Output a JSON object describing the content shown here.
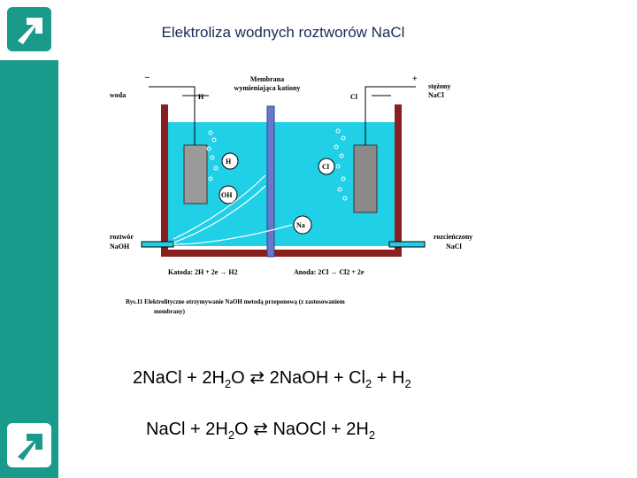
{
  "slide": {
    "title": "Elektroliza wodnych roztworów NaCl"
  },
  "diagram": {
    "membrane": "Membrana",
    "membrane2": "wymieniająca kationy",
    "water": "woda",
    "h2": "H",
    "cl2": "Cl",
    "brine1": "stężony",
    "brine2": "NaCl",
    "naoh_sol1": "roztwór",
    "naoh_sol2": "NaOH",
    "dil1": "rozcieńczony",
    "dil2": "NaCl",
    "ion_h": "H",
    "ion_oh": "OH",
    "ion_cl": "Cl",
    "ion_na": "Na",
    "cathode": "Katoda: 2H",
    "cathode_rest": " + 2e → H",
    "anode": "Anoda: 2Cl",
    "anode_rest": " → Cl",
    "anode_end": " + 2e",
    "caption1": "Rys.11  Elektrolityczne otrzymywanie NaOH metodą przeponową (z zastosowaniem",
    "caption2": "membrany)",
    "minus": "–",
    "plus": "+"
  },
  "equations": {
    "eq1": {
      "a": "2NaCl + 2H",
      "b": "O ⇄ 2NaOH + Cl",
      "c": " + H",
      "sub_a": "2",
      "sub_b": "2",
      "sub_c": "2"
    },
    "eq2": {
      "a": "NaCl + 2H",
      "b": "O ⇄ NaOCl + 2H",
      "sub_a": "2",
      "sub_b": "2"
    }
  },
  "colors": {
    "accent": "#1a9a8a",
    "liquid": "#1fd0e6",
    "tank": "#8a1f1f",
    "membrane": "#6677cc"
  }
}
